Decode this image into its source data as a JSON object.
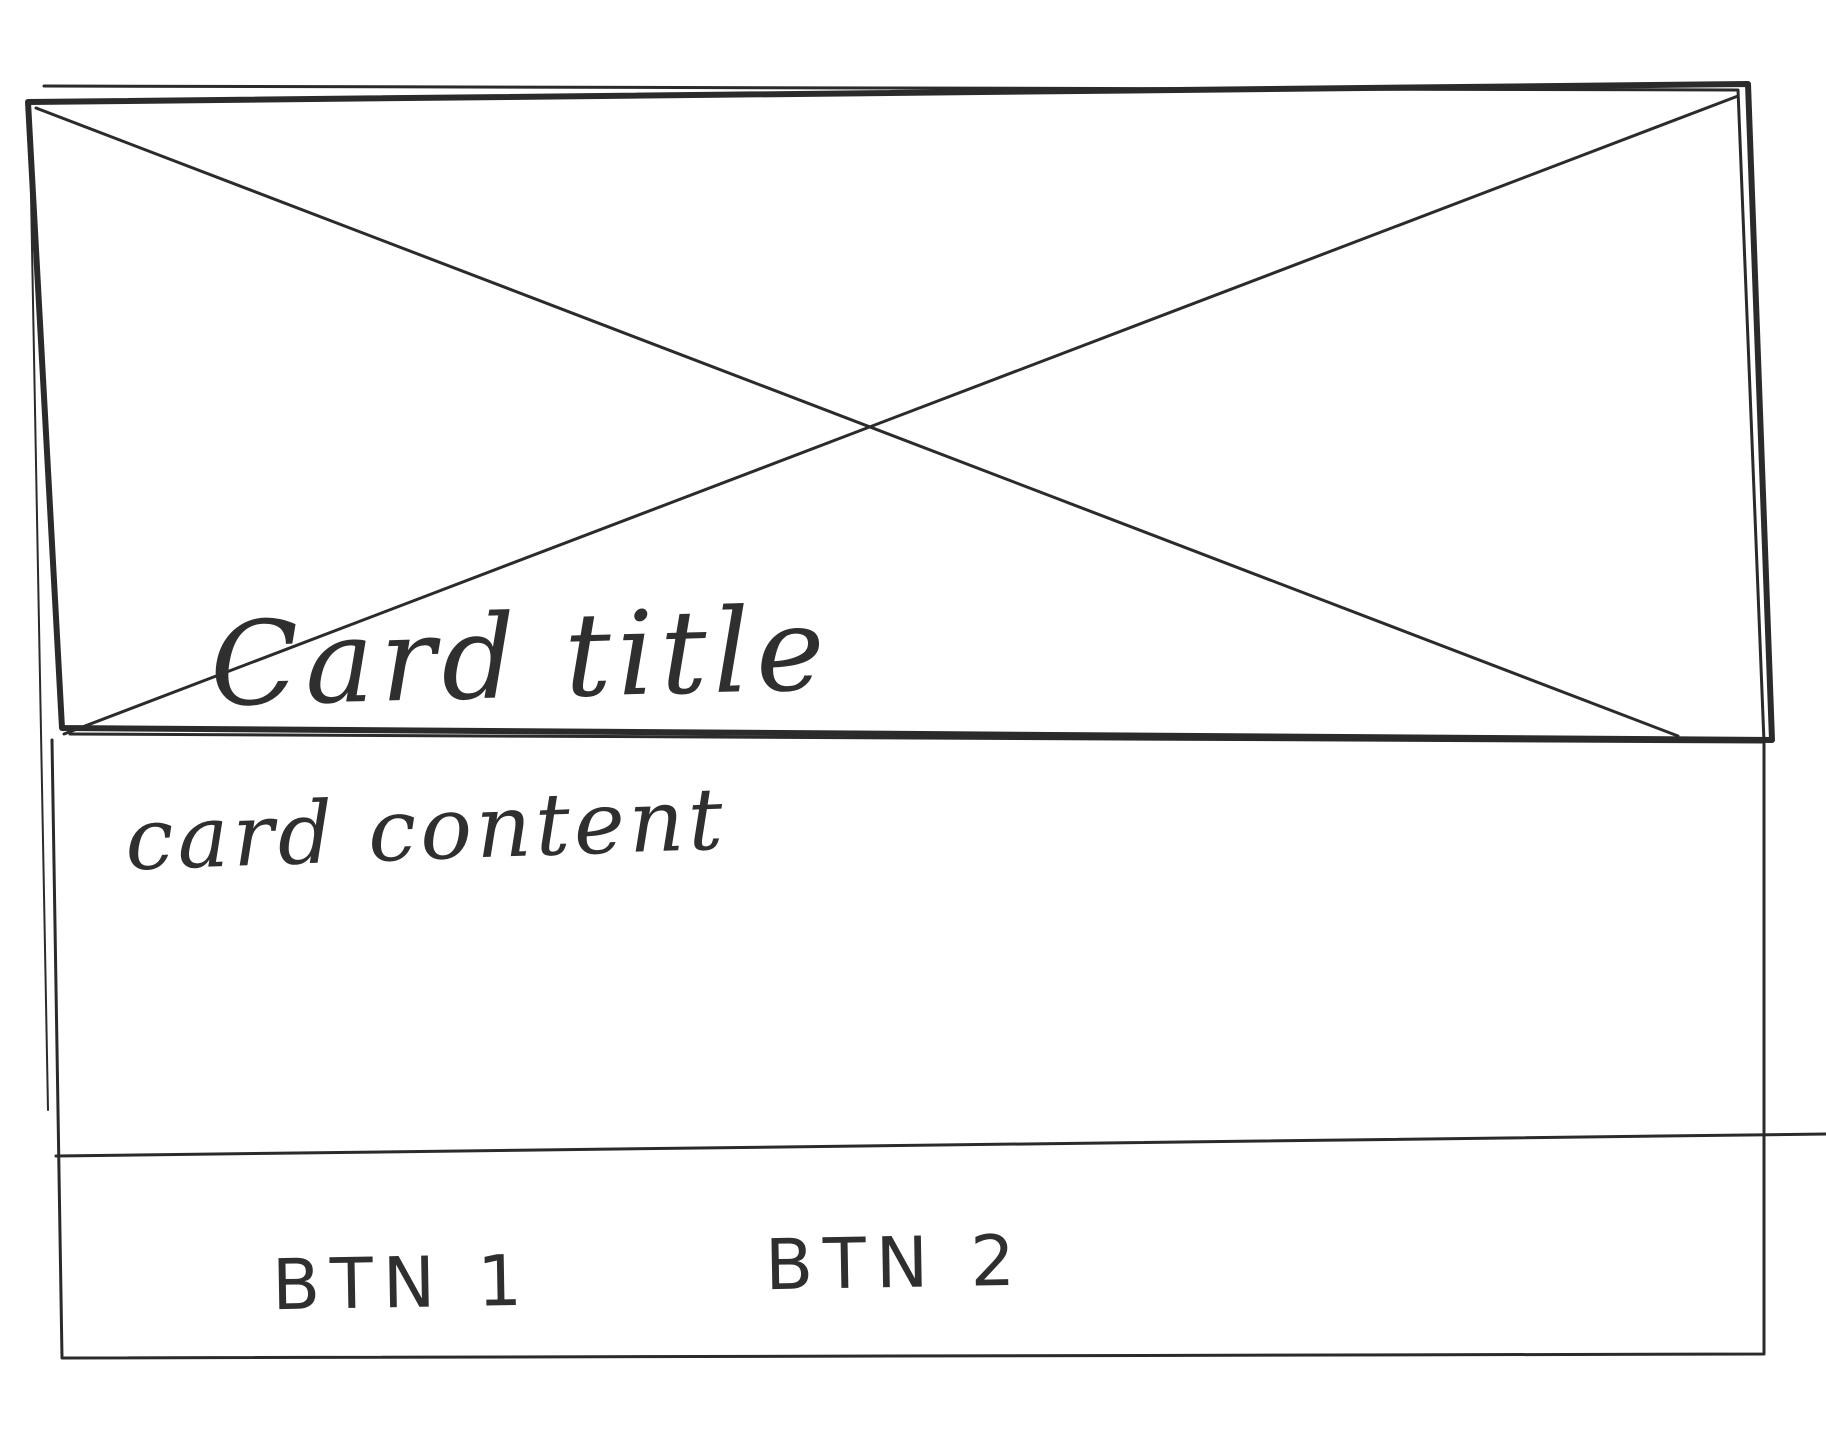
{
  "card": {
    "title": "Card title",
    "content": "card content",
    "image_placeholder": "image-placeholder-x",
    "buttons": [
      {
        "label": "BTN 1"
      },
      {
        "label": "BTN 2"
      }
    ]
  },
  "colors": {
    "ink": "#2b2b2b",
    "paper": "#ffffff"
  }
}
